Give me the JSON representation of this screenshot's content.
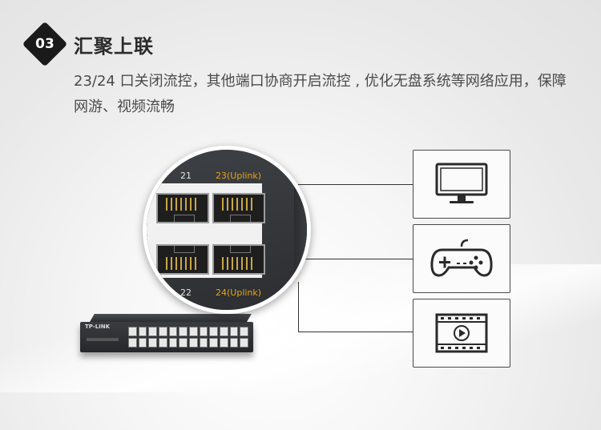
{
  "section": {
    "number": "03",
    "title": "汇聚上联",
    "description": "23/24 口关闭流控，其他端口协商开启流控 , 优化无盘系统等网络应用，保障网游、视频流畅"
  },
  "switch": {
    "brand_logo": "TP-LINK"
  },
  "zoom": {
    "port_21": "21",
    "port_22": "22",
    "port_23": "23(Uplink)",
    "port_24": "24(Uplink)"
  },
  "devices": [
    {
      "icon": "monitor-icon"
    },
    {
      "icon": "gamepad-icon"
    },
    {
      "icon": "video-play-icon"
    }
  ],
  "colors": {
    "uplink_label": "#e8a317",
    "badge": "#1a1a1a"
  }
}
